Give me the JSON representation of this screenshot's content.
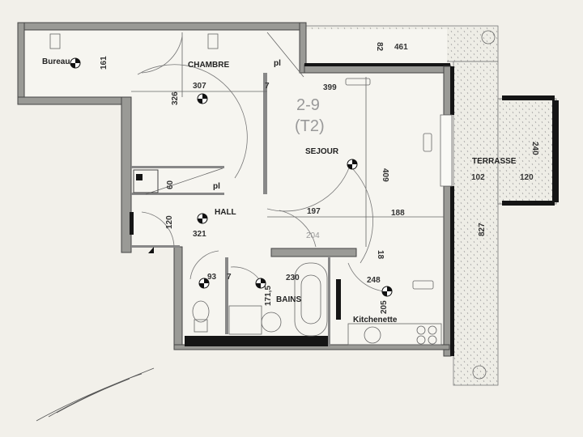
{
  "plan": {
    "apartment_number": "2-9",
    "apartment_type": "(T2)",
    "rooms": {
      "bureau": "Bureau",
      "chambre": "CHAMBRE",
      "placard_1": "pl",
      "placard_2": "pl",
      "sejour": "SEJOUR",
      "hall": "HALL",
      "bains": "BAINS",
      "kitchenette": "Kitchenette",
      "terrasse": "TERRASSE"
    },
    "dimensions": {
      "bureau_161": "161",
      "chambre_307": "307",
      "chambre_326": "326",
      "placard_60": "60",
      "hall_120": "120",
      "hall_321": "321",
      "sejour_399": "399",
      "sejour_409": "409",
      "sejour_197": "197",
      "sejour_188": "188",
      "door_204": "204",
      "kitchen_18": "18",
      "wc_93": "93",
      "bains_230": "230",
      "bains_171_5": "171,5",
      "kitchen_248": "248",
      "kitchen_205": "205",
      "terrace_82": "82",
      "terrace_461": "461",
      "terrace_240": "240",
      "terrace_102": "102",
      "terrace_120": "120",
      "terrace_827": "827",
      "wall_7a": "7",
      "wall_7b": "7"
    },
    "colors": {
      "paper": "#f2f0ea",
      "wall": "#9a9a96",
      "ink": "#222222"
    }
  }
}
